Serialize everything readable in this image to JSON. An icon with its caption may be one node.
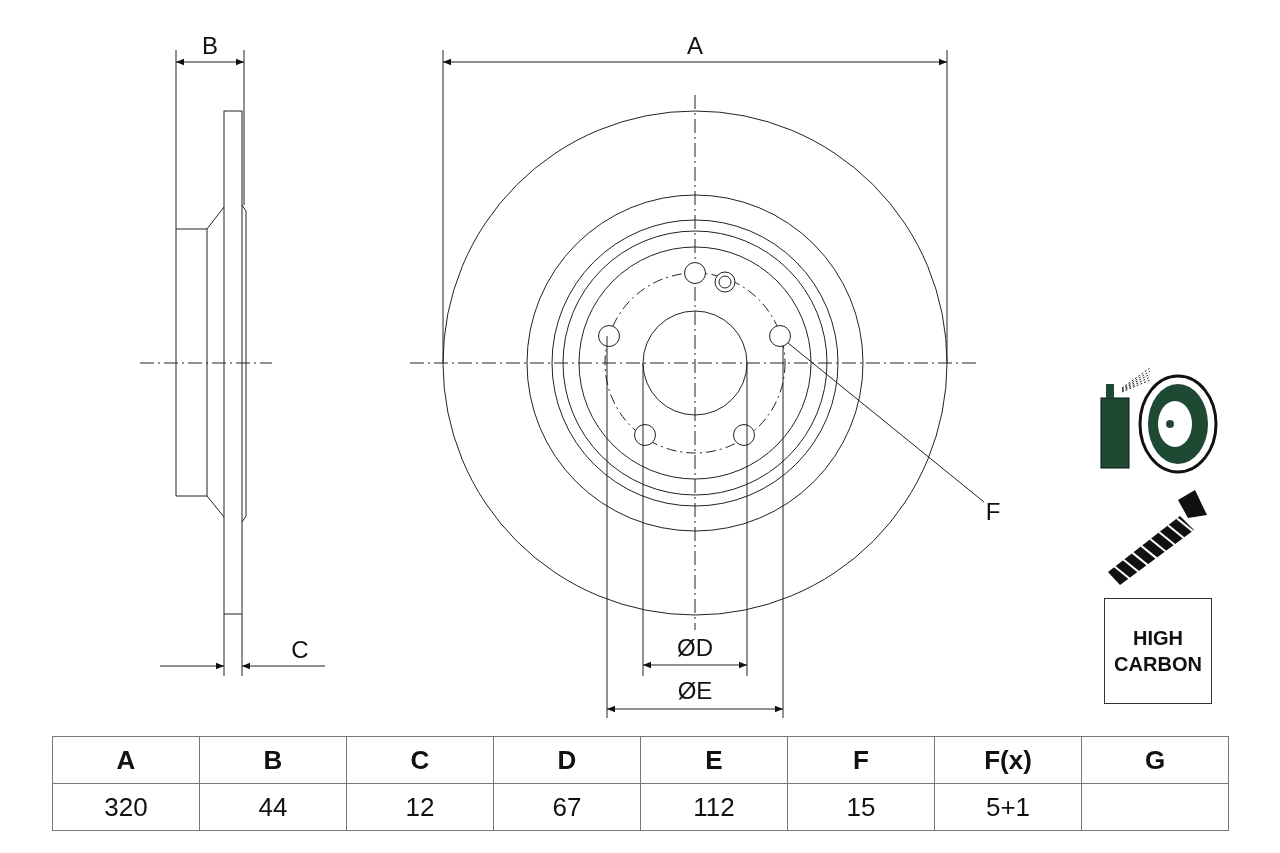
{
  "diagram": {
    "nodes": [
      {
        "text": [
          "F"
        ]
      },
      {
        "text": [],
        "shape": "circle"
      },
      {
        "text": [
          "HIGH CARBON"
        ]
      }
    ],
    "edges": [
      {
        "from": 0,
        "to": 1,
        "arrow": "none"
      }
    ],
    "labels": [
      "B",
      "A",
      "C",
      "ØD",
      "ØE",
      "A",
      "B",
      "C",
      "D",
      "E",
      "F",
      "F(x)",
      "G",
      "320",
      "44",
      "12",
      "67",
      "112",
      "15",
      "5+1"
    ]
  }
}
